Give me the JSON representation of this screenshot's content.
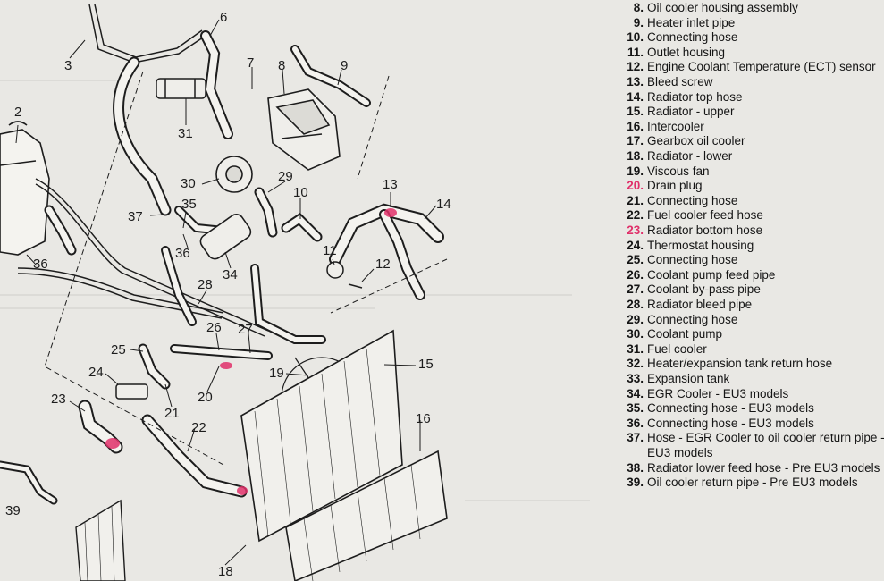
{
  "diagram": {
    "callouts": [
      "2",
      "3",
      "6",
      "7",
      "8",
      "9",
      "10",
      "11",
      "12",
      "13",
      "14",
      "15",
      "16",
      "18",
      "19",
      "20",
      "21",
      "22",
      "23",
      "24",
      "25",
      "26",
      "27",
      "28",
      "29",
      "30",
      "31",
      "34",
      "35",
      "36",
      "37",
      "39"
    ],
    "highlight_color": "#e0306a",
    "line_color": "#1d1d1d",
    "paper_color": "#e9e8e4"
  },
  "legend": {
    "items": [
      {
        "num": "8.",
        "text": "Oil cooler housing assembly",
        "highlight": false
      },
      {
        "num": "9.",
        "text": "Heater inlet pipe",
        "highlight": false
      },
      {
        "num": "10.",
        "text": "Connecting hose",
        "highlight": false
      },
      {
        "num": "11.",
        "text": "Outlet housing",
        "highlight": false
      },
      {
        "num": "12.",
        "text": "Engine Coolant Temperature (ECT) sensor",
        "highlight": false
      },
      {
        "num": "13.",
        "text": "Bleed screw",
        "highlight": false
      },
      {
        "num": "14.",
        "text": "Radiator top hose",
        "highlight": false
      },
      {
        "num": "15.",
        "text": "Radiator - upper",
        "highlight": false
      },
      {
        "num": "16.",
        "text": "Intercooler",
        "highlight": false
      },
      {
        "num": "17.",
        "text": "Gearbox oil cooler",
        "highlight": false
      },
      {
        "num": "18.",
        "text": "Radiator - lower",
        "highlight": false
      },
      {
        "num": "19.",
        "text": "Viscous fan",
        "highlight": false
      },
      {
        "num": "20.",
        "text": "Drain plug",
        "highlight": true
      },
      {
        "num": "21.",
        "text": "Connecting hose",
        "highlight": false
      },
      {
        "num": "22.",
        "text": "Fuel cooler feed hose",
        "highlight": false
      },
      {
        "num": "23.",
        "text": "Radiator bottom hose",
        "highlight": true
      },
      {
        "num": "24.",
        "text": "Thermostat housing",
        "highlight": false
      },
      {
        "num": "25.",
        "text": "Connecting hose",
        "highlight": false
      },
      {
        "num": "26.",
        "text": "Coolant pump feed pipe",
        "highlight": false
      },
      {
        "num": "27.",
        "text": "Coolant by-pass pipe",
        "highlight": false
      },
      {
        "num": "28.",
        "text": "Radiator bleed pipe",
        "highlight": false
      },
      {
        "num": "29.",
        "text": "Connecting hose",
        "highlight": false
      },
      {
        "num": "30.",
        "text": "Coolant pump",
        "highlight": false
      },
      {
        "num": "31.",
        "text": "Fuel cooler",
        "highlight": false
      },
      {
        "num": "32.",
        "text": "Heater/expansion tank return hose",
        "highlight": false
      },
      {
        "num": "33.",
        "text": "Expansion tank",
        "highlight": false
      },
      {
        "num": "34.",
        "text": "EGR Cooler - EU3 models",
        "highlight": false
      },
      {
        "num": "35.",
        "text": "Connecting hose - EU3 models",
        "highlight": false
      },
      {
        "num": "36.",
        "text": "Connecting hose - EU3 models",
        "highlight": false
      },
      {
        "num": "37.",
        "text": "Hose - EGR Cooler to oil cooler return pipe -",
        "highlight": false
      },
      {
        "num": "",
        "text": "EU3 models",
        "highlight": false
      },
      {
        "num": "38.",
        "text": "Radiator lower feed hose - Pre EU3 models",
        "highlight": false
      },
      {
        "num": "39.",
        "text": "Oil cooler return pipe - Pre EU3 models",
        "highlight": false
      }
    ]
  }
}
